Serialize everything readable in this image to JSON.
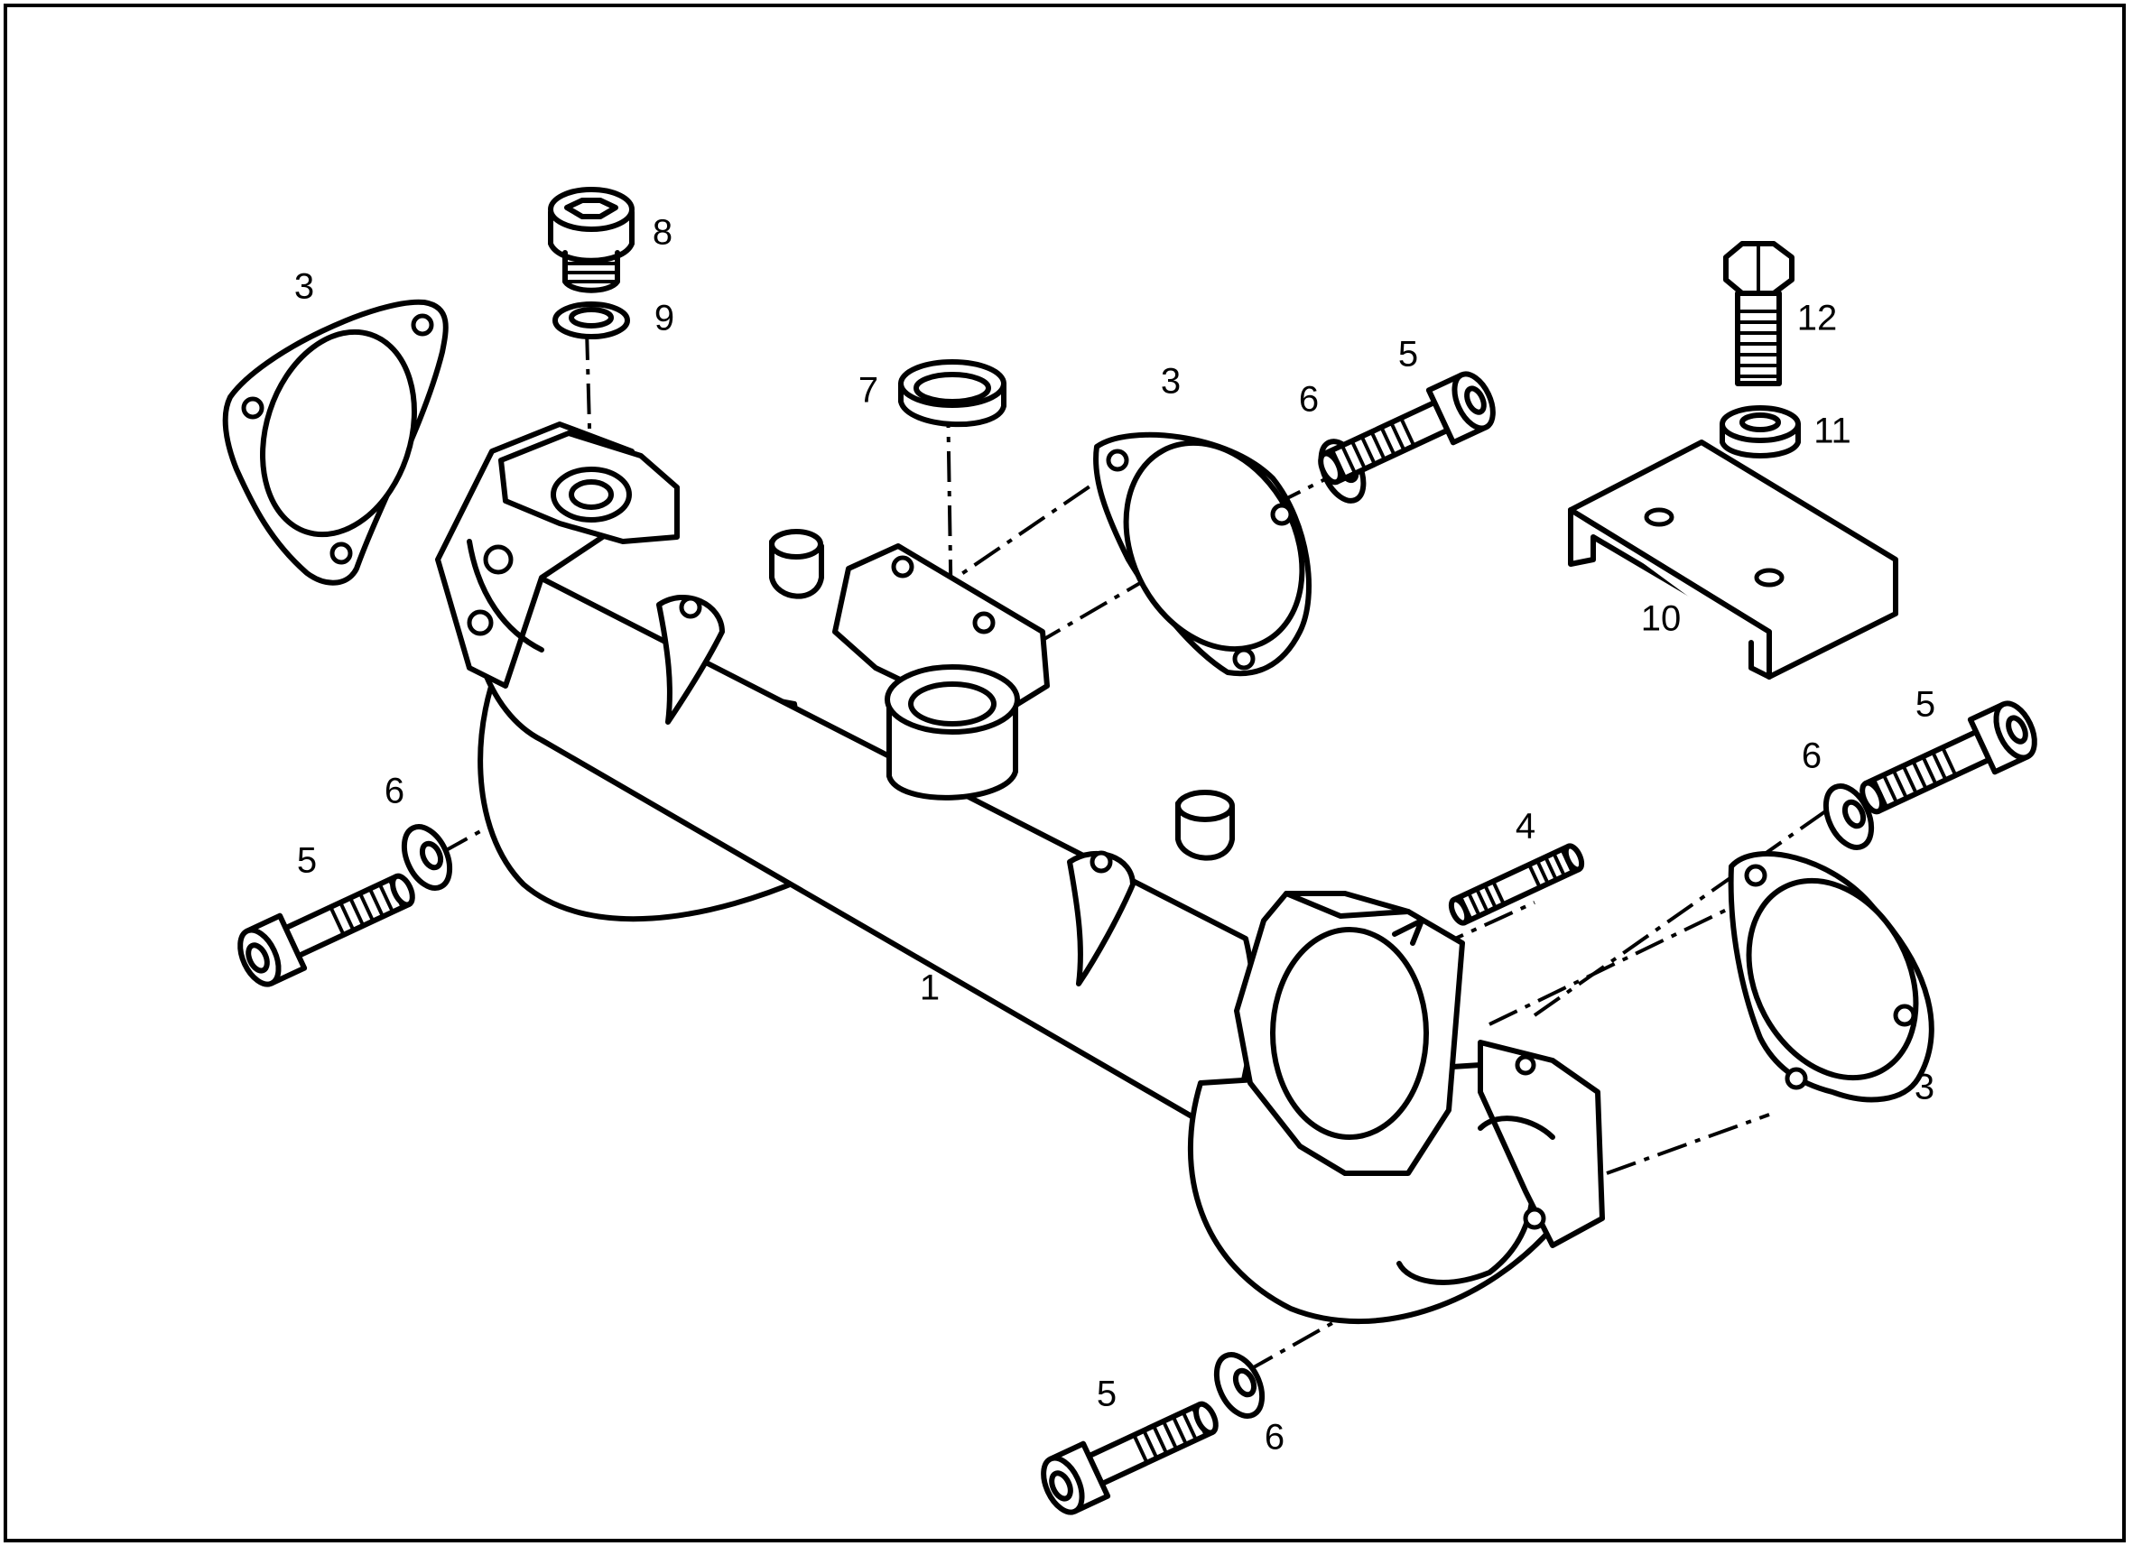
{
  "labels": {
    "main_manifold": "1",
    "gasket_top_left": "3",
    "gasket_center": "3",
    "gasket_right": "3",
    "stud": "4",
    "screw_left": "5",
    "screw_top": "5",
    "screw_right": "5",
    "screw_bottom": "5",
    "washer_left": "6",
    "washer_top": "6",
    "washer_right": "6",
    "washer_bottom": "6",
    "sleeve": "7",
    "plug": "8",
    "seal_ring": "9",
    "bracket": "10",
    "washer_bracket": "11",
    "hex_bolt": "12"
  }
}
